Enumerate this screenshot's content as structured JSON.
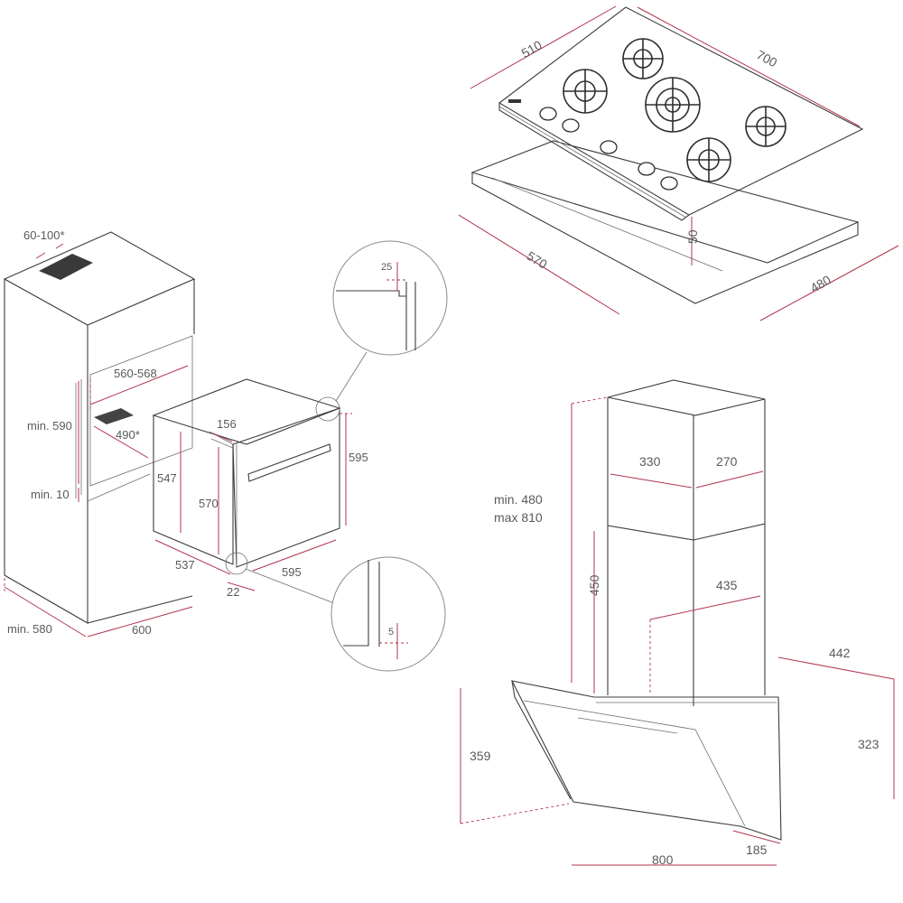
{
  "oven_diagram": {
    "vent_gap": "60-100*",
    "niche_width": "560-568",
    "niche_height": "min. 590",
    "vent_depth": "490*",
    "bottom_gap": "min. 10",
    "cabinet_depth": "min. 580",
    "cabinet_width": "600",
    "oven_depth": "537",
    "oven_body_height": "547",
    "door_height": "570",
    "oven_height": "595",
    "door_width": "595",
    "door_thickness": "22",
    "top_offset": "156",
    "detail_top_gap": "25",
    "detail_bottom_gap": "5"
  },
  "hob_diagram": {
    "glass_depth": "510",
    "glass_width": "700",
    "cutout_width": "570",
    "cutout_depth": "480",
    "hob_height": "50"
  },
  "hood_diagram": {
    "chimney_height": "min. 480\nmax 810",
    "chimney_width": "330",
    "chimney_depth": "270",
    "lower_chimney_height": "450",
    "lower_chimney_depth": "435",
    "canopy_depth": "442",
    "canopy_front_height": "359",
    "canopy_back_height": "323",
    "canopy_width": "800",
    "canopy_bottom_depth": "185"
  }
}
